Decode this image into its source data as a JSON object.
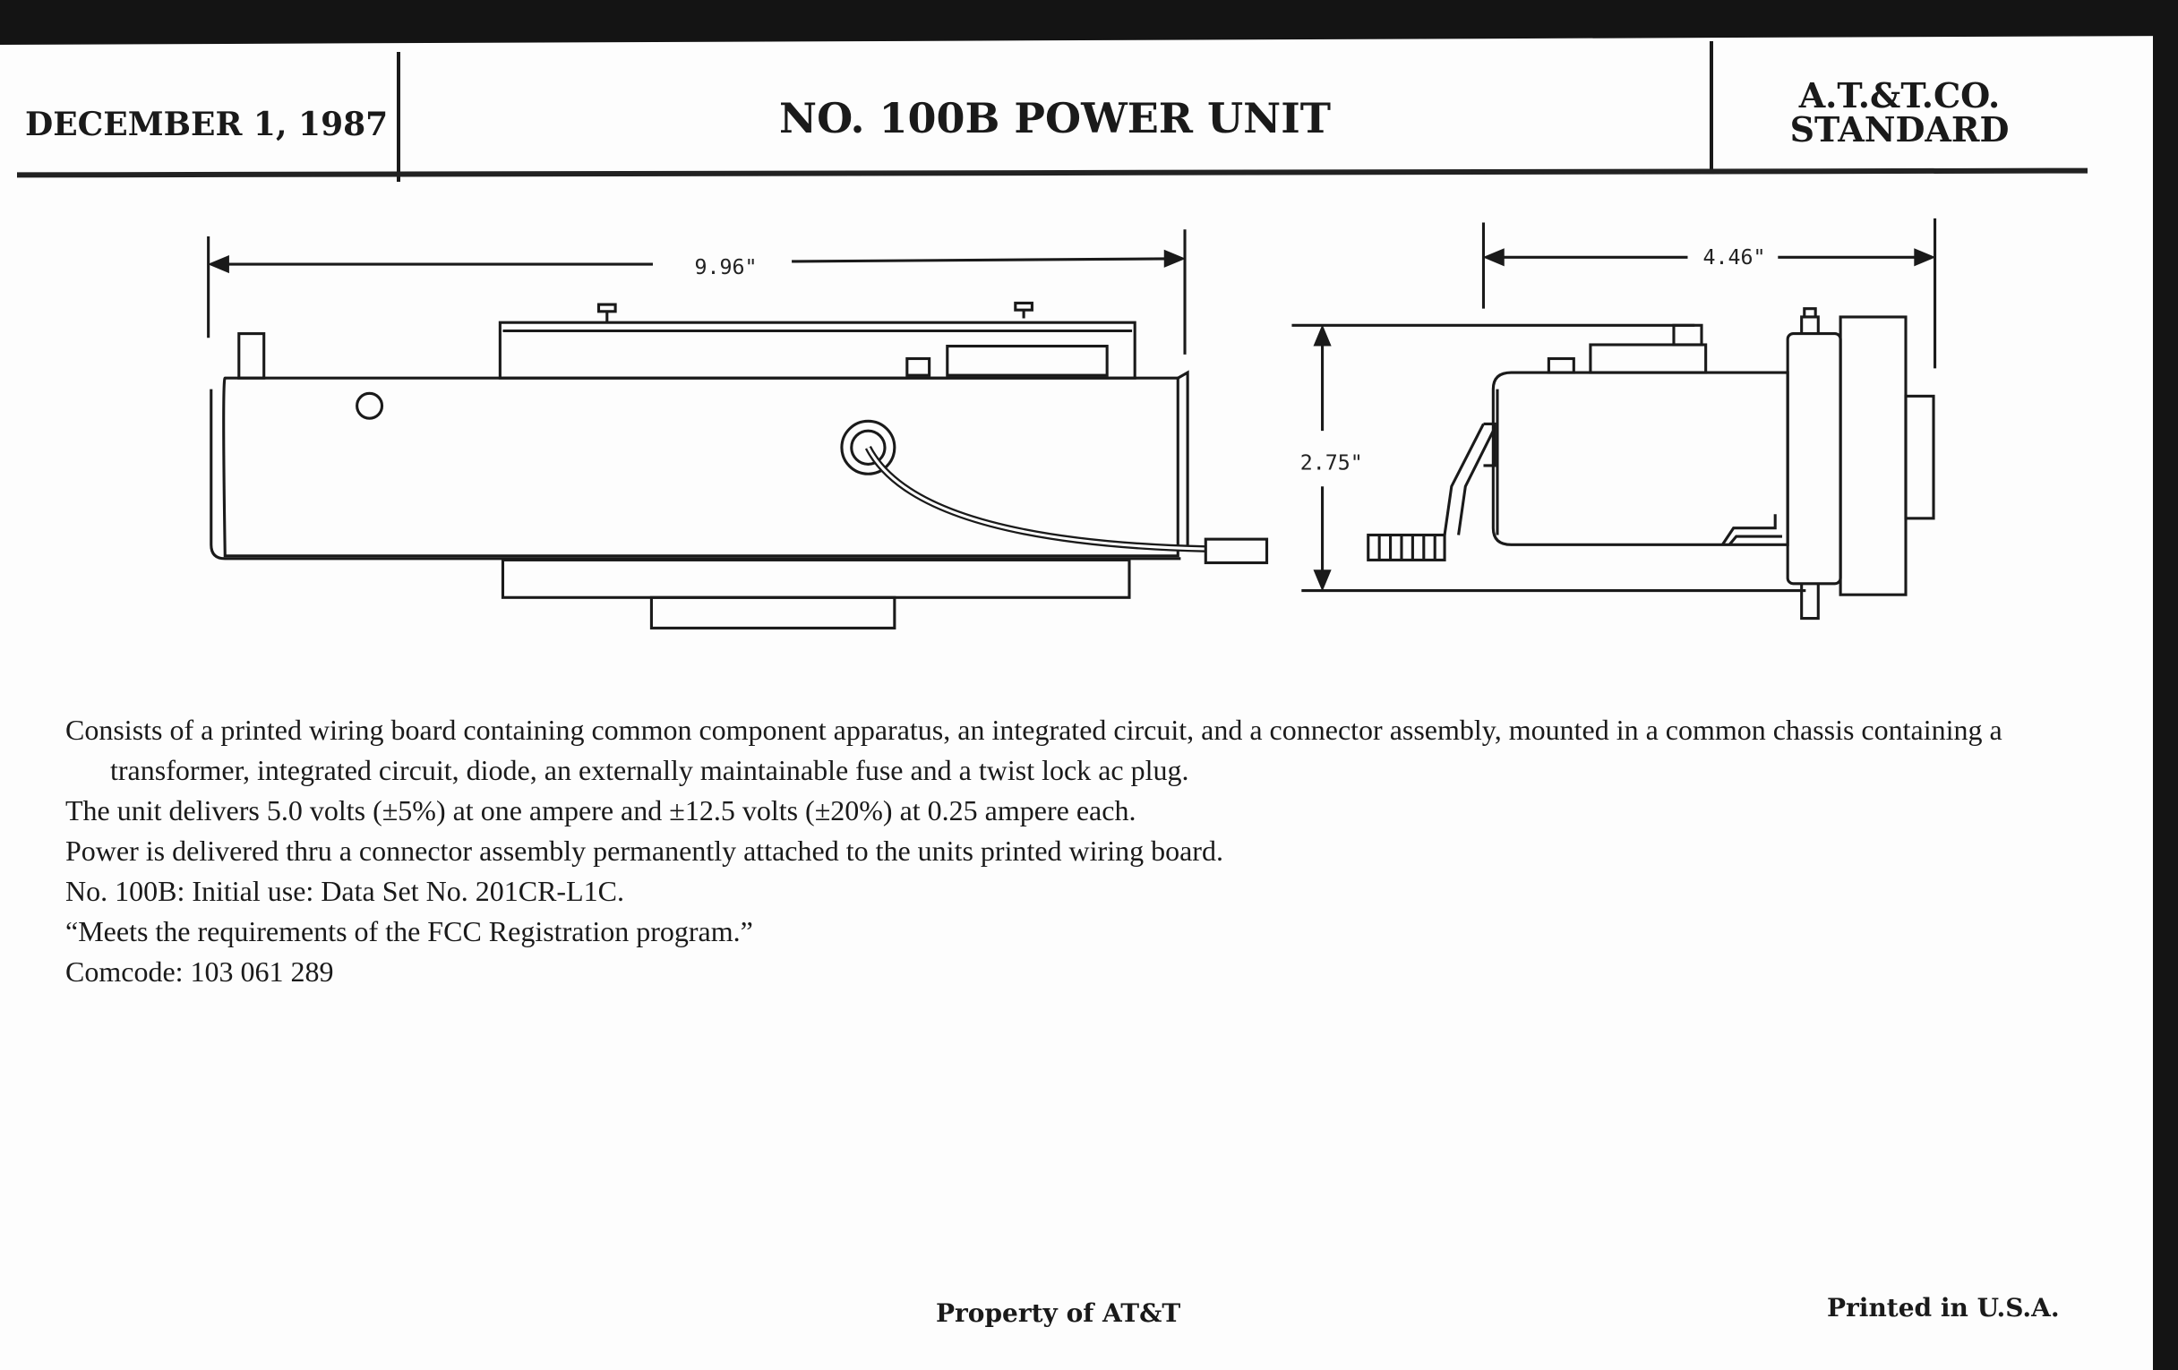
{
  "header": {
    "date": "DECEMBER 1, 1987",
    "title": "NO. 100B POWER UNIT",
    "standard_line1": "A.T.&T.CO.",
    "standard_line2": "STANDARD"
  },
  "drawing": {
    "side_view_length": "9.96\"",
    "end_view_width": "4.46\"",
    "end_view_height": "2.75\""
  },
  "description": [
    "Consists of a printed wiring board containing common component apparatus, an integrated circuit, and a connector assembly, mounted in a common chassis containing a transformer, integrated circuit, diode, an externally maintainable fuse and a twist lock ac plug.",
    "The unit delivers 5.0 volts (±5%) at one ampere and ±12.5 volts (±20%) at 0.25 ampere each.",
    "Power is delivered thru a connector assembly permanently attached to the units printed wiring board.",
    "No. 100B: Initial use: Data Set No. 201CR-L1C.",
    "“Meets the requirements of the FCC Registration program.”",
    "Comcode: 103 061 289"
  ],
  "footer": {
    "property": "Property of AT&T",
    "printed": "Printed in U.S.A."
  }
}
